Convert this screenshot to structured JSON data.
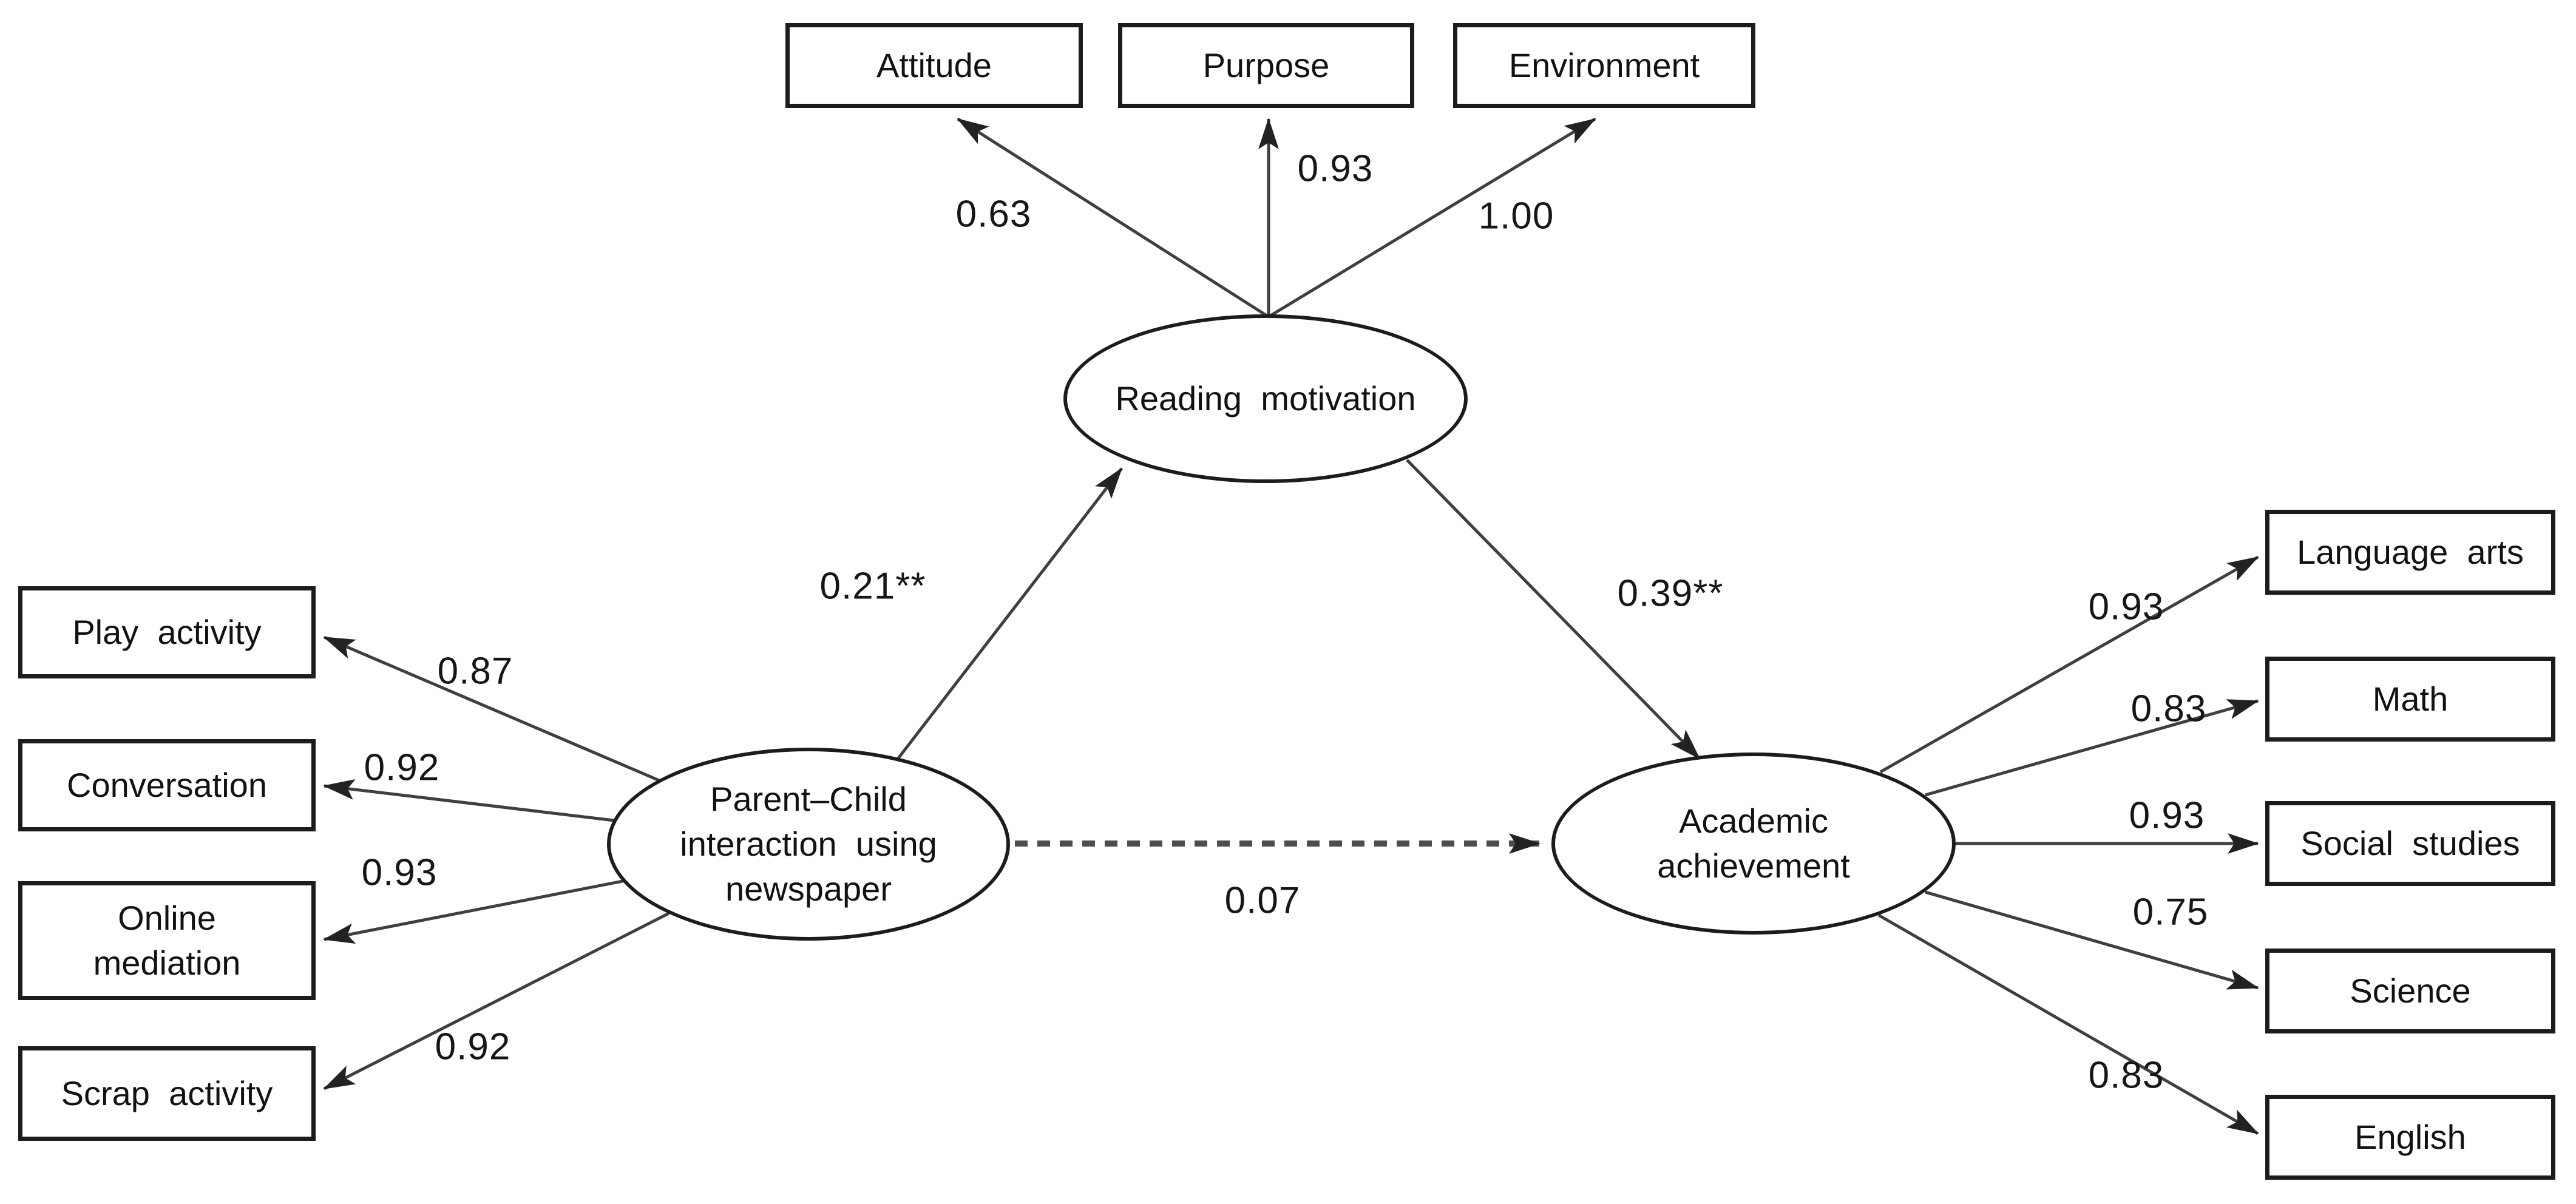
{
  "figure": {
    "type": "structural-equation-model-path-diagram",
    "background_color": "#ffffff",
    "ink_color": "#1c1c1c",
    "line_color": "#3f3f3f"
  },
  "latents": {
    "reading_motivation": {
      "label": "Reading motivation"
    },
    "parent_child": {
      "label": "Parent–Child interaction using newspaper"
    },
    "academic_achievement": {
      "label": "Academic achievement"
    }
  },
  "indicators": {
    "top": [
      {
        "label": "Attitude",
        "loading": "0.63"
      },
      {
        "label": "Purpose",
        "loading": "0.93"
      },
      {
        "label": "Environment",
        "loading": "1.00"
      }
    ],
    "left": [
      {
        "label": "Play activity",
        "loading": "0.87"
      },
      {
        "label": "Conversation",
        "loading": "0.92"
      },
      {
        "label": "Online mediation",
        "loading": "0.93"
      },
      {
        "label": "Scrap activity",
        "loading": "0.92"
      }
    ],
    "right": [
      {
        "label": "Language arts",
        "loading": "0.93"
      },
      {
        "label": "Math",
        "loading": "0.83"
      },
      {
        "label": "Social studies",
        "loading": "0.93"
      },
      {
        "label": "Science",
        "loading": "0.75"
      },
      {
        "label": "English",
        "loading": "0.83"
      }
    ]
  },
  "paths": {
    "parent_to_reading": {
      "from": "Parent–Child interaction using newspaper",
      "to": "Reading motivation",
      "coefficient": "0.21**",
      "line_style": "solid"
    },
    "reading_to_academic": {
      "from": "Reading motivation",
      "to": "Academic achievement",
      "coefficient": "0.39**",
      "line_style": "solid"
    },
    "parent_to_academic": {
      "from": "Parent–Child interaction using newspaper",
      "to": "Academic achievement",
      "coefficient": "0.07",
      "line_style": "dashed"
    }
  }
}
